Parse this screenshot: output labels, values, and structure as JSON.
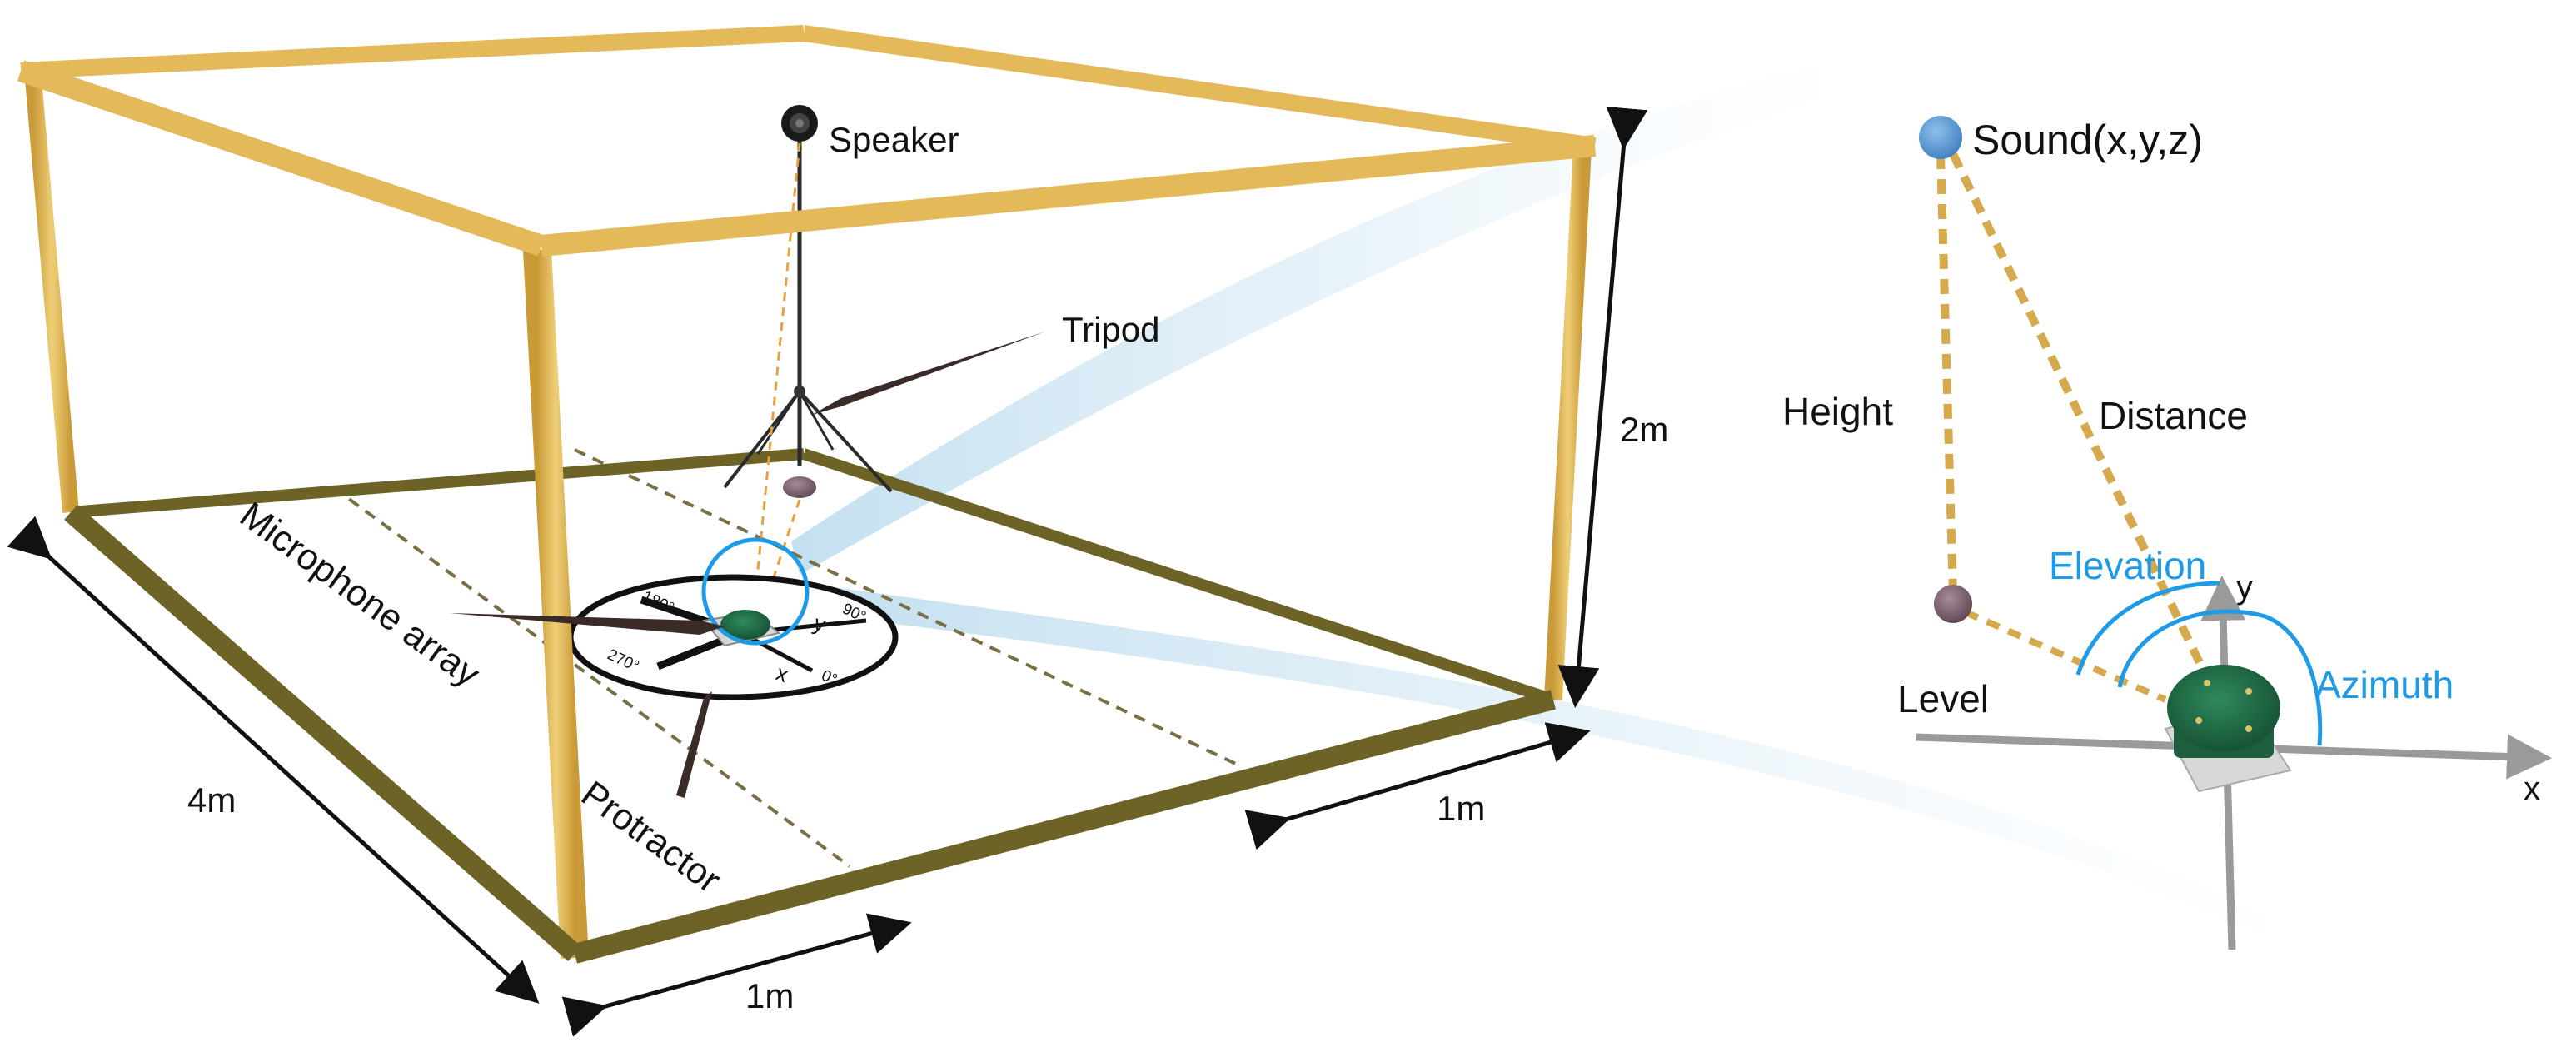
{
  "labels": {
    "speaker": "Speaker",
    "tripod": "Tripod",
    "microphone_array": "Microphone array",
    "protractor": "Protractor",
    "dim_height": "2m",
    "dim_depth": "4m",
    "dim_width_right": "1m",
    "dim_width_front": "1m",
    "sound": "Sound(x,y,z)",
    "height": "Height",
    "distance": "Distance",
    "elevation": "Elevation",
    "azimuth": "Azimuth",
    "level": "Level",
    "axis_x": "x",
    "axis_y": "y"
  },
  "protractor_labels": {
    "deg_0": "0°",
    "deg_90": "90°",
    "deg_180": "180°",
    "deg_270": "270°",
    "x": "x",
    "y": "y"
  },
  "colors": {
    "frame_top": "#E3B95A",
    "frame_bottom": "#6E6326",
    "guide_dash": "#7A6E45",
    "accent_blue": "#1E9BE6",
    "sound_point": "#5B9BD5",
    "floor_point": "#7D6470",
    "dash_gold": "#D7A94D",
    "axis_gray": "#9A9A9A",
    "pcb_green": "#1F6B46"
  }
}
